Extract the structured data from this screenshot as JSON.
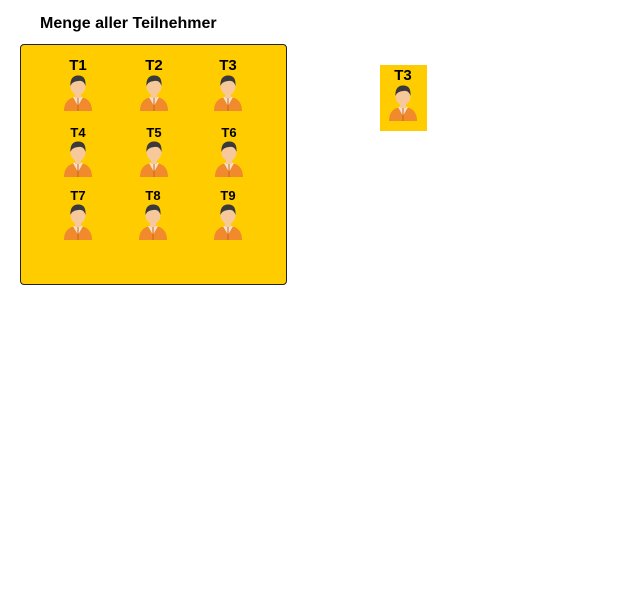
{
  "title": "Menge aller Teilnehmer",
  "group": {
    "participants": [
      {
        "label": "T1"
      },
      {
        "label": "T2"
      },
      {
        "label": "T3"
      },
      {
        "label": "T4"
      },
      {
        "label": "T5"
      },
      {
        "label": "T6"
      },
      {
        "label": "T7"
      },
      {
        "label": "T8"
      },
      {
        "label": "T9"
      }
    ]
  },
  "selected": {
    "label": "T3"
  },
  "colors": {
    "box_fill": "#ffcc00",
    "person_body": "#f08a2c",
    "person_skin": "#f7c99a",
    "person_hair": "#3a3a3a"
  },
  "icons": {
    "person": "person-icon"
  }
}
